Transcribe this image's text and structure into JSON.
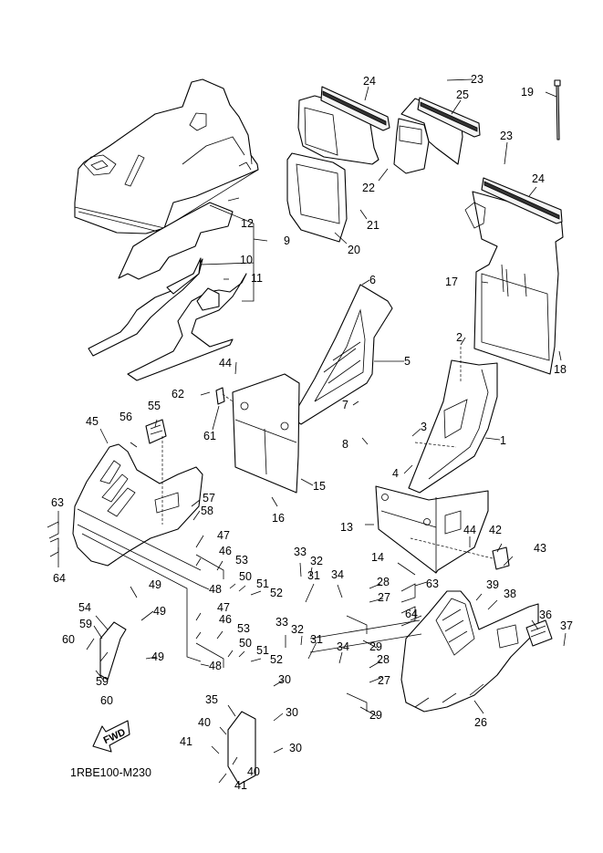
{
  "diagram": {
    "title": "Exploded parts diagram – side covers / panels",
    "drawing_code": "1RBE100-M230",
    "direction_indicator": {
      "icon": "fwd-arrow-icon",
      "label": "FWD"
    },
    "callouts": [
      {
        "id": "c1",
        "label": "1"
      },
      {
        "id": "c2",
        "label": "2"
      },
      {
        "id": "c3",
        "label": "3"
      },
      {
        "id": "c4",
        "label": "4"
      },
      {
        "id": "c5",
        "label": "5"
      },
      {
        "id": "c6",
        "label": "6"
      },
      {
        "id": "c7",
        "label": "7"
      },
      {
        "id": "c8",
        "label": "8"
      },
      {
        "id": "c9",
        "label": "9"
      },
      {
        "id": "c10",
        "label": "10"
      },
      {
        "id": "c11",
        "label": "11"
      },
      {
        "id": "c12",
        "label": "12"
      },
      {
        "id": "c13",
        "label": "13"
      },
      {
        "id": "c14",
        "label": "14"
      },
      {
        "id": "c15",
        "label": "15"
      },
      {
        "id": "c16",
        "label": "16"
      },
      {
        "id": "c17",
        "label": "17"
      },
      {
        "id": "c18",
        "label": "18"
      },
      {
        "id": "c19",
        "label": "19"
      },
      {
        "id": "c20",
        "label": "20"
      },
      {
        "id": "c21",
        "label": "21"
      },
      {
        "id": "c22",
        "label": "22"
      },
      {
        "id": "c23a",
        "label": "23"
      },
      {
        "id": "c23b",
        "label": "23"
      },
      {
        "id": "c24a",
        "label": "24"
      },
      {
        "id": "c24b",
        "label": "24"
      },
      {
        "id": "c25",
        "label": "25"
      },
      {
        "id": "c26",
        "label": "26"
      },
      {
        "id": "c27a",
        "label": "27"
      },
      {
        "id": "c27b",
        "label": "27"
      },
      {
        "id": "c28a",
        "label": "28"
      },
      {
        "id": "c28b",
        "label": "28"
      },
      {
        "id": "c29a",
        "label": "29"
      },
      {
        "id": "c29b",
        "label": "29"
      },
      {
        "id": "c30a",
        "label": "30"
      },
      {
        "id": "c30b",
        "label": "30"
      },
      {
        "id": "c30c",
        "label": "30"
      },
      {
        "id": "c31a",
        "label": "31"
      },
      {
        "id": "c31b",
        "label": "31"
      },
      {
        "id": "c32a",
        "label": "32"
      },
      {
        "id": "c32b",
        "label": "32"
      },
      {
        "id": "c33a",
        "label": "33"
      },
      {
        "id": "c33b",
        "label": "33"
      },
      {
        "id": "c34a",
        "label": "34"
      },
      {
        "id": "c34b",
        "label": "34"
      },
      {
        "id": "c35",
        "label": "35"
      },
      {
        "id": "c36",
        "label": "36"
      },
      {
        "id": "c37",
        "label": "37"
      },
      {
        "id": "c38",
        "label": "38"
      },
      {
        "id": "c39",
        "label": "39"
      },
      {
        "id": "c40a",
        "label": "40"
      },
      {
        "id": "c40b",
        "label": "40"
      },
      {
        "id": "c41a",
        "label": "41"
      },
      {
        "id": "c41b",
        "label": "41"
      },
      {
        "id": "c42",
        "label": "42"
      },
      {
        "id": "c43",
        "label": "43"
      },
      {
        "id": "c44a",
        "label": "44"
      },
      {
        "id": "c44b",
        "label": "44"
      },
      {
        "id": "c45",
        "label": "45"
      },
      {
        "id": "c46a",
        "label": "46"
      },
      {
        "id": "c46b",
        "label": "46"
      },
      {
        "id": "c47a",
        "label": "47"
      },
      {
        "id": "c47b",
        "label": "47"
      },
      {
        "id": "c48a",
        "label": "48"
      },
      {
        "id": "c48b",
        "label": "48"
      },
      {
        "id": "c49a",
        "label": "49"
      },
      {
        "id": "c49b",
        "label": "49"
      },
      {
        "id": "c49c",
        "label": "49"
      },
      {
        "id": "c50a",
        "label": "50"
      },
      {
        "id": "c50b",
        "label": "50"
      },
      {
        "id": "c51a",
        "label": "51"
      },
      {
        "id": "c51b",
        "label": "51"
      },
      {
        "id": "c52a",
        "label": "52"
      },
      {
        "id": "c52b",
        "label": "52"
      },
      {
        "id": "c53a",
        "label": "53"
      },
      {
        "id": "c53b",
        "label": "53"
      },
      {
        "id": "c54",
        "label": "54"
      },
      {
        "id": "c55",
        "label": "55"
      },
      {
        "id": "c56",
        "label": "56"
      },
      {
        "id": "c57",
        "label": "57"
      },
      {
        "id": "c58",
        "label": "58"
      },
      {
        "id": "c59a",
        "label": "59"
      },
      {
        "id": "c59b",
        "label": "59"
      },
      {
        "id": "c60a",
        "label": "60"
      },
      {
        "id": "c60b",
        "label": "60"
      },
      {
        "id": "c61",
        "label": "61"
      },
      {
        "id": "c62",
        "label": "62"
      },
      {
        "id": "c63a",
        "label": "63"
      },
      {
        "id": "c63b",
        "label": "63"
      },
      {
        "id": "c64a",
        "label": "64"
      },
      {
        "id": "c64b",
        "label": "64"
      }
    ]
  }
}
